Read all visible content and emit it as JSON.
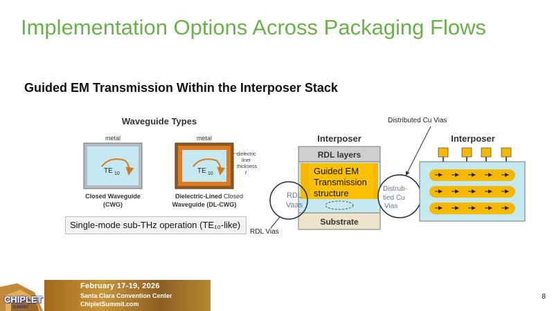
{
  "slide": {
    "title": "Implementation Options Across Packaging Flows",
    "subtitle": "Guided EM Transmission Within the Interposer Stack",
    "page_number": "8"
  },
  "waveguide": {
    "heading": "Waveguide Types",
    "metal_label_1": "metal",
    "metal_label_2": "metal",
    "mode_label_1": "TE",
    "mode_sub_1": "10",
    "mode_label_2": "TE",
    "mode_sub_2": "10",
    "liner_note_1": "dielectric",
    "liner_note_2": "liner",
    "liner_note_3": "thickness",
    "liner_note_4": "t",
    "cwg_line1": "Closed Waveguide",
    "cwg_line2": "(CWG)",
    "dlcwg_bold": "Dielectric-Lined",
    "dlcwg_rest": " Closed",
    "dlcwg_line2": "Waveguide (DL-CWG)",
    "note": "Single-mode sub-THz operation (TE₁₀-like)"
  },
  "interposer_left": {
    "heading": "Interposer",
    "rdl_layers": "RDL layers",
    "guided_line1": "Guided EM",
    "guided_line2": "Transmission",
    "guided_line3": "structure",
    "rdl_circle_line1": "RDL",
    "rdl_circle_line2": "Vaas",
    "distrib_line1": "Distrub-",
    "distrib_line2": "tied Cu",
    "distrib_line3": "Vias",
    "substrate": "Substrate"
  },
  "interposer_right": {
    "heading": "Interposer"
  },
  "callouts": {
    "distributed_cu_vias": "Distributed Cu Vias",
    "rdl_vias": "RDL Vias"
  },
  "footer": {
    "date": "February 17-19, 2026",
    "venue": "Santa Clara Convention Center",
    "url": "ChipletSummit.com",
    "logo_main": "CHIPLET",
    "logo_sub": "SUMMIT"
  },
  "colors": {
    "title_green": "#6ab04c",
    "copper_orange": "#e07b22",
    "yellow_structure": "#f5b800",
    "cavity_blue": "#c6e8f0",
    "substrate_beige": "#eee4cc"
  }
}
